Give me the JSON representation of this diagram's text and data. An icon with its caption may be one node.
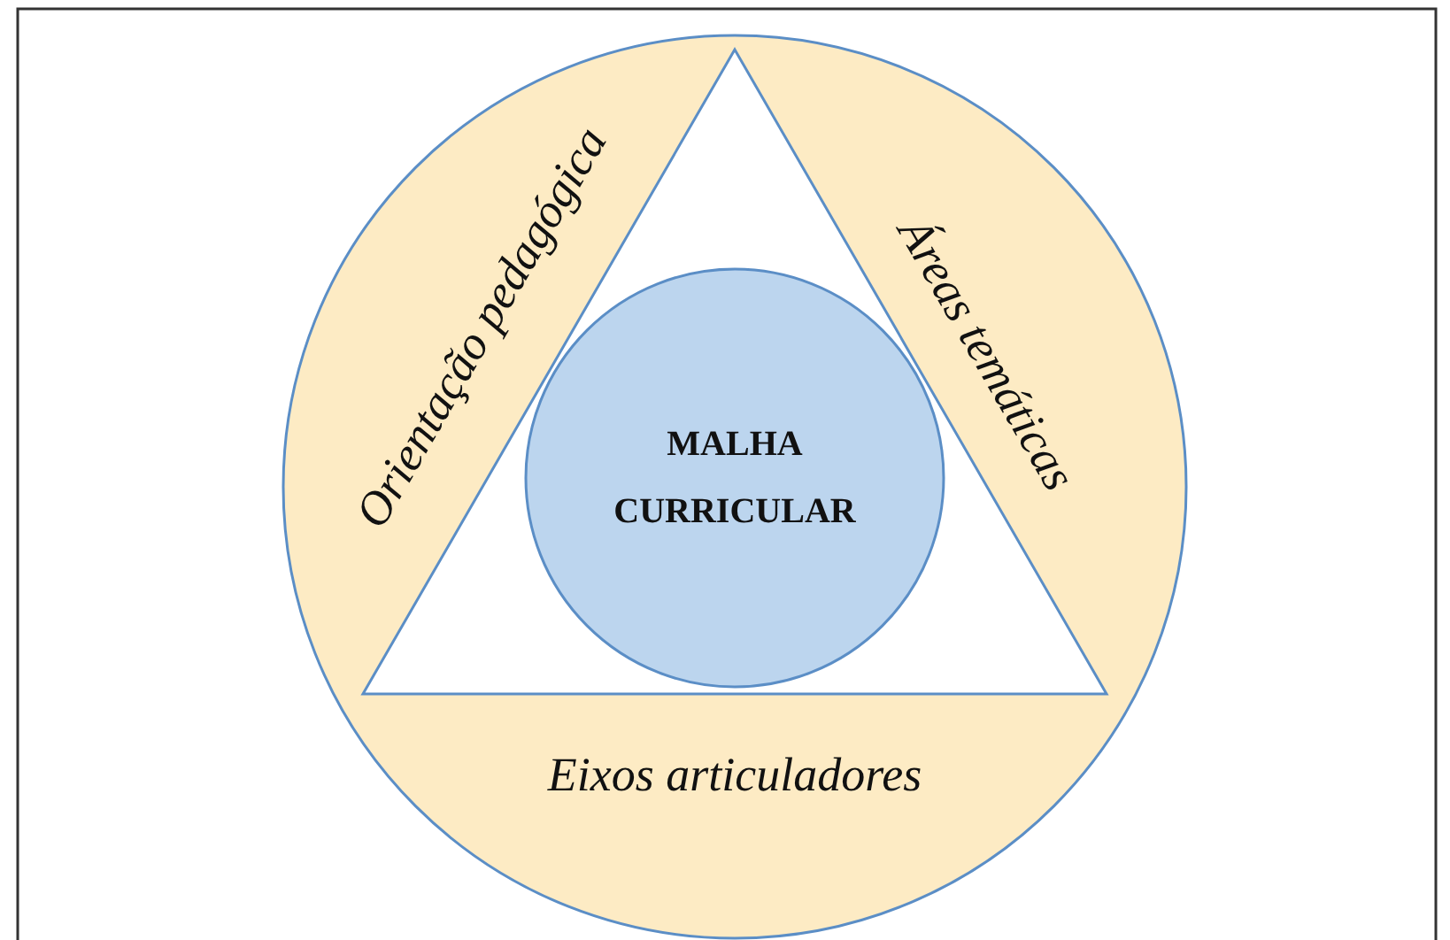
{
  "diagram": {
    "nodes": [
      {
        "text": [],
        "shape": "circle"
      },
      {
        "text": [],
        "shape": "triangle",
        "in": 0
      },
      {
        "text": [
          "MALHA CURRICULAR"
        ],
        "in": 1
      },
      {
        "text": [
          "Orientação pedagógica"
        ],
        "in": 0
      },
      {
        "text": [
          "Áreas temáticas"
        ],
        "in": 0
      },
      {
        "text": [
          "Eixos articuladores"
        ],
        "in": 0
      }
    ],
    "edges": []
  }
}
